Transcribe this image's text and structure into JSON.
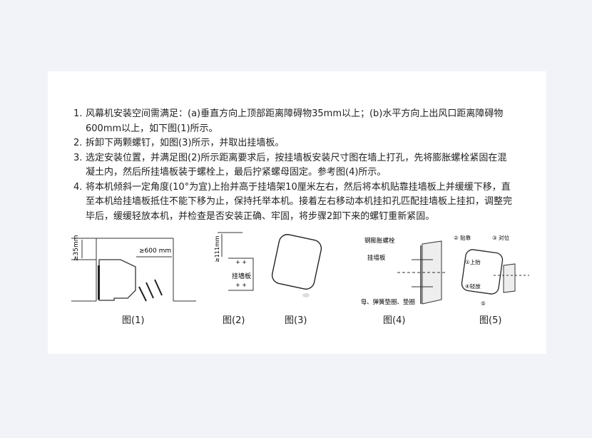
{
  "steps": [
    {
      "num": "1.",
      "text": "风幕机安装空间需满足：(a)垂直方向上顶部距离障碍物35mm以上；(b)水平方向上出风口距离障碍物600mm以上，如下图(1)所示。"
    },
    {
      "num": "2.",
      "text": "拆卸下两颗螺钉，如图(3)所示，并取出挂墙板。"
    },
    {
      "num": "3.",
      "text": "选定安装位置，并满足图(2)所示距离要求后，按挂墙板安装尺寸图在墙上打孔，先将膨胀螺栓紧固在混凝土内，然后所挂墙板装于螺栓上，最后拧紧螺母固定。参考图(4)所示。"
    },
    {
      "num": "4.",
      "text": "将本机倾斜一定角度(10°为宜)上抬并高于挂墙架10厘米左右，然后将本机贴靠挂墙板上并缓缓下移，直至本机给挂墙板抵住不能下移为止，保持托举本机。接着左右移动本机挂扣孔匹配挂墙板上挂扣，调整完毕后，缓缓轻放本机，并检查是否安装正确、牢固，将步骤2卸下来的螺钉重新紧固。"
    }
  ],
  "figures": {
    "fig1": {
      "caption": "图(1)",
      "dim_top": "≥35mm",
      "dim_side": "≥600 mm"
    },
    "fig2": {
      "caption": "图(2)",
      "dim": "≥111mm",
      "label": "挂墙板",
      "marks": "+ +"
    },
    "fig3": {
      "caption": "图(3)"
    },
    "fig4": {
      "caption": "图(4)",
      "label_bolt": "钢膨胀螺栓",
      "label_plate": "挂墙板",
      "label_nut": "螺母、弹簧垫圈、垫圈"
    },
    "fig5": {
      "caption": "图(5)",
      "step2": "② 贴靠",
      "step3": "③ 对位",
      "step1": "①上抬",
      "step4": "④轻放",
      "step5": "⑤"
    }
  }
}
